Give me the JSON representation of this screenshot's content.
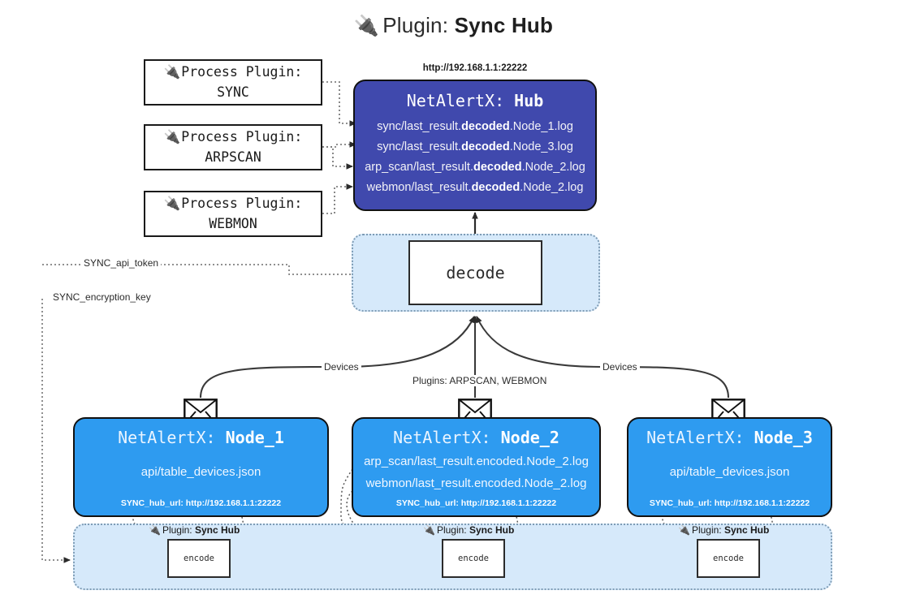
{
  "title": {
    "icon": "plug-icon",
    "prefix": "Plugin:",
    "name": "Sync Hub"
  },
  "process_plugins": [
    {
      "label": "Process Plugin:",
      "name": "SYNC",
      "icon": "plug-icon"
    },
    {
      "label": "Process Plugin:",
      "name": "ARPSCAN",
      "icon": "plug-icon"
    },
    {
      "label": "Process Plugin:",
      "name": "WEBMON",
      "icon": "plug-icon"
    }
  ],
  "hub": {
    "url": "http://192.168.1.1:22222",
    "app": "NetAlertX:",
    "name": "Hub",
    "logs": [
      {
        "pre": "sync/last_result.",
        "em": "decoded",
        "post": ".Node_1.log"
      },
      {
        "pre": "sync/last_result.",
        "em": "decoded",
        "post": ".Node_3.log"
      },
      {
        "pre": "arp_scan/last_result.",
        "em": "decoded",
        "post": ".Node_2.log"
      },
      {
        "pre": "webmon/last_result.",
        "em": "decoded",
        "post": ".Node_2.log"
      }
    ]
  },
  "decode": {
    "label": "decode"
  },
  "config": {
    "api_token": "SYNC_api_token",
    "encryption_key": "SYNC_encryption_key"
  },
  "edge_labels": {
    "devices_left": "Devices",
    "plugins_center": "Plugins: ARPSCAN, WEBMON",
    "devices_right": "Devices"
  },
  "nodes": [
    {
      "app": "NetAlertX:",
      "name": "Node_1",
      "lines": [
        "api/table_devices.json"
      ],
      "footer": "SYNC_hub_url: http://192.168.1.1:22222",
      "icon": "envelope-icon"
    },
    {
      "app": "NetAlertX:",
      "name": "Node_2",
      "lines": [
        "arp_scan/last_result.encoded.Node_2.log",
        "webmon/last_result.encoded.Node_2.log"
      ],
      "footer": "SYNC_hub_url: http://192.168.1.1:22222",
      "icon": "envelope-icon"
    },
    {
      "app": "NetAlertX:",
      "name": "Node_3",
      "lines": [
        "api/table_devices.json"
      ],
      "footer": "SYNC_hub_url: http://192.168.1.1:22222",
      "icon": "envelope-icon"
    }
  ],
  "encoders": [
    {
      "plugin_prefix": "Plugin:",
      "plugin_name": "Sync Hub",
      "label": "encode",
      "icon": "plug-icon"
    },
    {
      "plugin_prefix": "Plugin:",
      "plugin_name": "Sync Hub",
      "label": "encode",
      "icon": "plug-icon"
    },
    {
      "plugin_prefix": "Plugin:",
      "plugin_name": "Sync Hub",
      "label": "encode",
      "icon": "plug-icon"
    }
  ],
  "colors": {
    "hub": "#4049ad",
    "node": "#2e9bf0",
    "pane": "#d6e9fa",
    "pane_border": "#7e9cb5",
    "stroke": "#2b2b2b"
  }
}
